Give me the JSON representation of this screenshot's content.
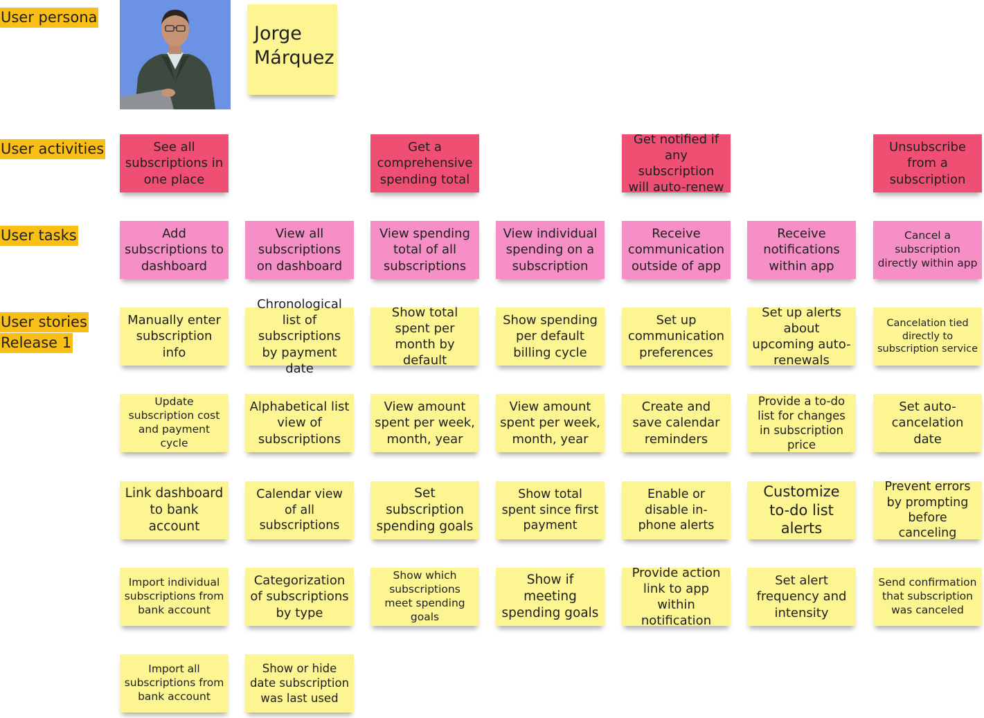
{
  "labels": {
    "persona": "User persona",
    "activities": "User activities",
    "tasks": "User tasks",
    "stories_line1": "User stories",
    "stories_line2": "Release 1"
  },
  "persona": {
    "name": "Jorge Márquez",
    "photo_bg_color": "#6b92e4"
  },
  "colors": {
    "activity": "#ef4f72",
    "task": "#f68fc5",
    "story": "#fdf591",
    "label_bg": "#f9bf16"
  },
  "activities": [
    {
      "col": 0,
      "text": "See all subscriptions in one place"
    },
    {
      "col": 2,
      "text": "Get a comprehensive spending total"
    },
    {
      "col": 4,
      "text": "Get notified if any subscription will auto-renew"
    },
    {
      "col": 6,
      "text": "Unsubscribe from a subscription"
    }
  ],
  "tasks": [
    "Add subscriptions to dashboard",
    "View all subscriptions on dashboard",
    "View spending total of all subscriptions",
    "View individual spending on a subscription",
    "Receive communication outside of app",
    "Receive notifications within app",
    "Cancel a subscription directly within app"
  ],
  "stories": [
    [
      "Manually enter subscription info",
      "Update subscription cost and payment cycle",
      "Link dashboard to bank account",
      "Import individual subscriptions from bank account",
      "Import all subscriptions from bank account"
    ],
    [
      "Chronological list of subscriptions by payment date",
      "Alphabetical list view of subscriptions",
      "Calendar view of all subscriptions",
      "Categorization of subscriptions by type",
      "Show or hide date subscription was last used"
    ],
    [
      "Show total spent per month by default",
      "View amount spent per week, month, year",
      "Set subscription spending goals",
      "Show which subscriptions meet spending goals"
    ],
    [
      "Show spending per default billing cycle",
      "View amount spent per week, month, year",
      "Show total spent since first payment",
      "Show if meeting spending goals"
    ],
    [
      "Set up communication preferences",
      "Create and save calendar reminders",
      "Enable or disable in-phone alerts",
      "Provide action link to app within notification"
    ],
    [
      "Set up alerts about upcoming auto-renewals",
      "Provide a to-do list for changes in subscription price",
      "Customize to-do list alerts",
      "Set alert frequency and intensity"
    ],
    [
      "Cancelation tied directly to subscription service",
      "Set auto-cancelation date",
      "Prevent errors by prompting before canceling",
      "Send confirmation that subscription was canceled"
    ]
  ]
}
